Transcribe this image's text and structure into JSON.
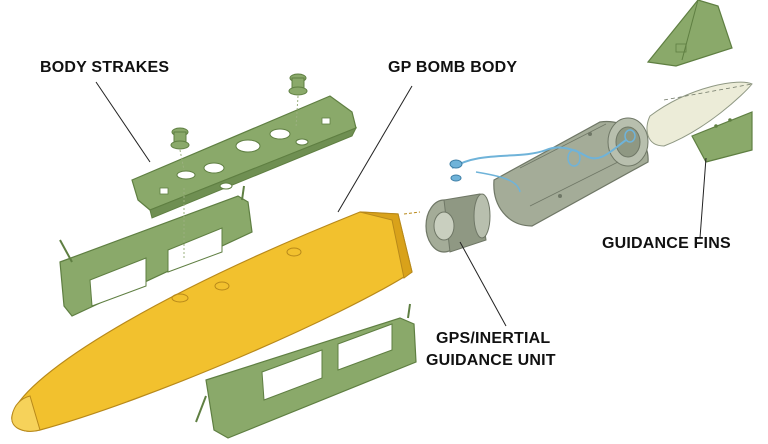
{
  "labels": {
    "body_strakes": "BODY STRAKES",
    "gp_bomb_body": "GP BOMB BODY",
    "guidance_fins": "GUIDANCE FINS",
    "gps_inertial_line1": "GPS/INERTIAL",
    "gps_inertial_line2": "GUIDANCE UNIT"
  },
  "colors": {
    "bomb_body": "#f2c12e",
    "bomb_shadow": "#d9a21a",
    "strake_green": "#8aa96a",
    "strake_dark": "#5f7f42",
    "tail_grey": "#a4ac98",
    "tail_dark": "#6f7766",
    "fin_cream": "#ececd8",
    "wire_blue": "#6fb3d9",
    "leader": "#222222"
  }
}
